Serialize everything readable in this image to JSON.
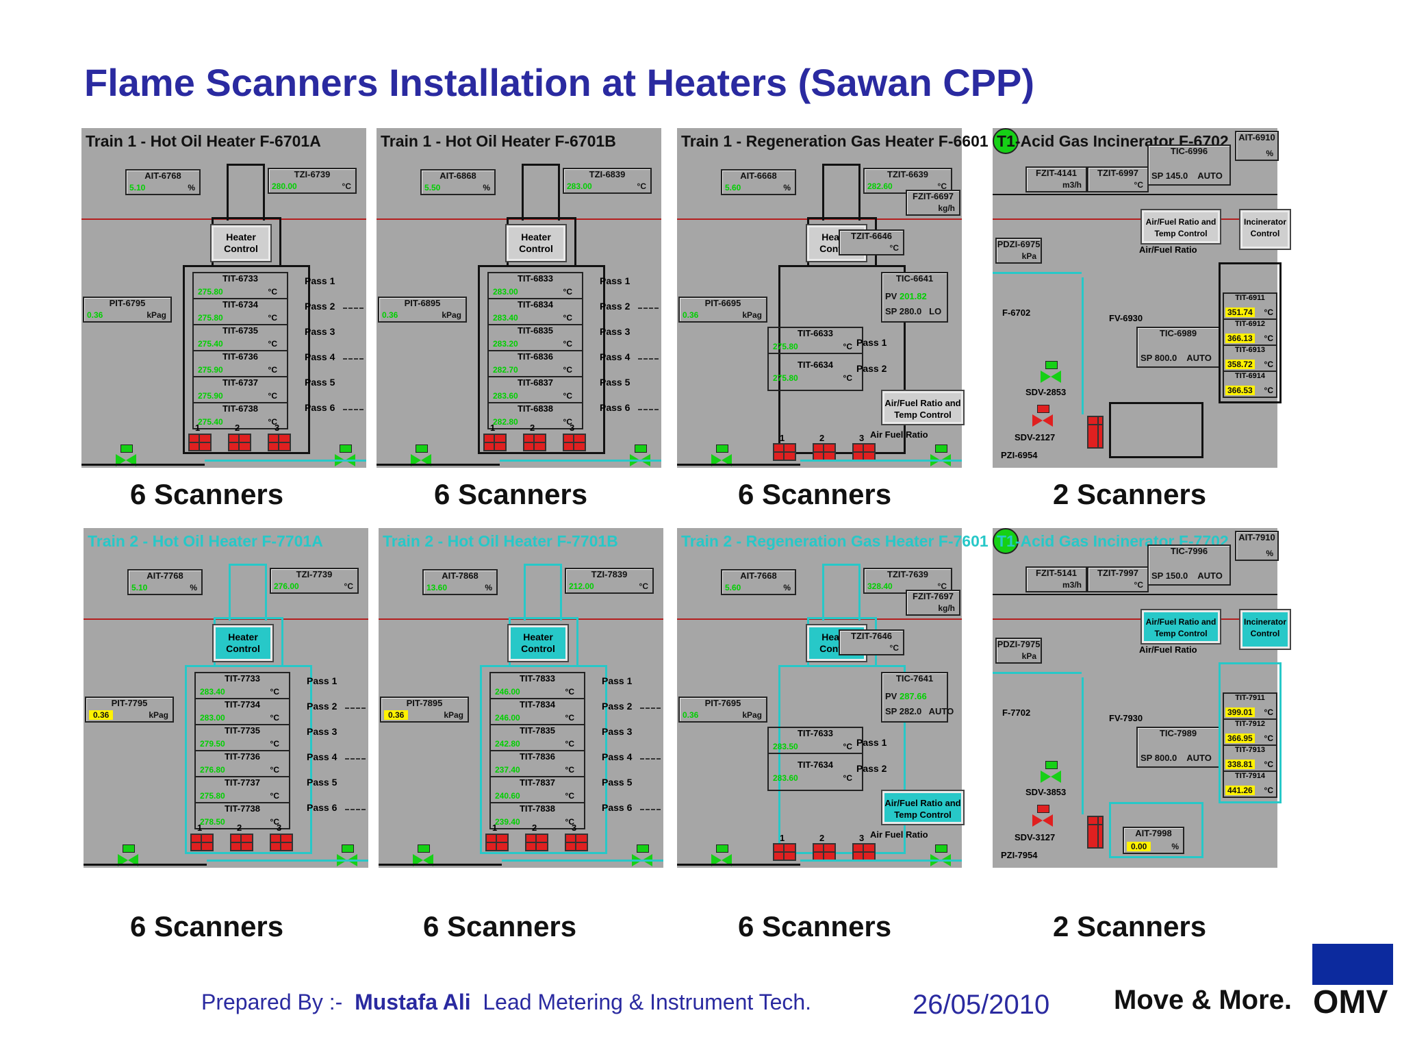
{
  "slide": {
    "title": "Flame Scanners Installation at Heaters (Sawan CPP)",
    "footer_prepared": "Prepared By :-",
    "footer_name": "Mustafa Ali",
    "footer_role": "Lead Metering & Instrument Tech.",
    "footer_date": "26/05/2010",
    "footer_slogan": "Move & More.",
    "footer_logo": "OMV"
  },
  "captions": [
    "6 Scanners",
    "6 Scanners",
    "6 Scanners",
    "2 Scanners",
    "6 Scanners",
    "6 Scanners",
    "6 Scanners",
    "2 Scanners"
  ],
  "panels": [
    {
      "title": "Train 1 - Hot Oil Heater F-6701A",
      "ait": "AIT-6768",
      "ait_val": "5.10",
      "tzi": "TZI-6739",
      "tzi_val": "280.00",
      "pit": "PIT-6795",
      "pit_val": "0.36",
      "heater": "Heater Control",
      "tits": [
        [
          "TIT-6733",
          "275.80"
        ],
        [
          "TIT-6734",
          "275.80"
        ],
        [
          "TIT-6735",
          "275.40"
        ],
        [
          "TIT-6736",
          "275.90"
        ],
        [
          "TIT-6737",
          "275.90"
        ],
        [
          "TIT-6738",
          "275.40"
        ]
      ],
      "passes": [
        "Pass 1",
        "Pass 2",
        "Pass 3",
        "Pass 4",
        "Pass 5",
        "Pass 6"
      ]
    },
    {
      "title": "Train 1 - Hot Oil Heater F-6701B",
      "ait": "AIT-6868",
      "ait_val": "5.50",
      "tzi": "TZI-6839",
      "tzi_val": "283.00",
      "pit": "PIT-6895",
      "pit_val": "0.36",
      "heater": "Heater Control",
      "tits": [
        [
          "TIT-6833",
          "283.00"
        ],
        [
          "TIT-6834",
          "283.40"
        ],
        [
          "TIT-6835",
          "283.20"
        ],
        [
          "TIT-6836",
          "282.70"
        ],
        [
          "TIT-6837",
          "283.60"
        ],
        [
          "TIT-6838",
          "282.80"
        ]
      ],
      "passes": [
        "Pass 1",
        "Pass 2",
        "Pass 3",
        "Pass 4",
        "Pass 5",
        "Pass 6"
      ]
    },
    {
      "title": "Train 1 - Regeneration Gas Heater F-6601",
      "ait": "AIT-6668",
      "ait_val": "5.60",
      "tzi": "TZIT-6639",
      "tzi_val": "282.60",
      "fzit": "FZIT-6697",
      "fzit_unit": "kg/h",
      "tzit2": "TZIT-6646",
      "tic": "TIC-6641",
      "pv": "201.82",
      "sp": "280.0",
      "mode": "LO",
      "pit": "PIT-6695",
      "pit_val": "0.36",
      "heater": "Heater Control",
      "tits": [
        [
          "TIT-6633",
          "275.80"
        ],
        [
          "TIT-6634",
          "275.80"
        ]
      ],
      "passes": [
        "Pass 1",
        "Pass 2"
      ],
      "afr": "Air/Fuel Ratio and Temp Control",
      "afr_label": "Air Fuel Ratio"
    },
    {
      "title": "T1-Acid Gas Incinerator F-6702",
      "ait": "AIT-6910",
      "tic": "TIC-6996",
      "sp": "145.0",
      "mode": "AUTO",
      "fzit": "FZIT-4141",
      "tzit": "TZIT-6997",
      "afr": "Air/Fuel Ratio and Temp Control",
      "afr_label": "Air/Fuel Ratio",
      "inc": "Incinerator Control",
      "pdzi": "PDZI-6975",
      "fv": "FV-6930",
      "tic2": "TIC-6989",
      "sp2": "800.0",
      "mode2": "AUTO",
      "sdv1": "SDV-2853",
      "sdv2": "SDV-2127",
      "pzi": "PZI-6954",
      "pump": "F-6702",
      "tits": [
        [
          "TIT-6911",
          "351.74"
        ],
        [
          "TIT-6912",
          "366.13"
        ],
        [
          "TIT-6913",
          "358.72"
        ],
        [
          "TIT-6914",
          "366.53"
        ]
      ]
    },
    {
      "title": "Train 2 - Hot Oil Heater F-7701A",
      "ait": "AIT-7768",
      "ait_val": "5.10",
      "tzi": "TZI-7739",
      "tzi_val": "276.00",
      "pit": "PIT-7795",
      "pit_val": "0.36",
      "heater": "Heater Control",
      "tits": [
        [
          "TIT-7733",
          "283.40"
        ],
        [
          "TIT-7734",
          "283.00"
        ],
        [
          "TIT-7735",
          "279.50"
        ],
        [
          "TIT-7736",
          "276.80"
        ],
        [
          "TIT-7737",
          "275.80"
        ],
        [
          "TIT-7738",
          "278.50"
        ]
      ],
      "passes": [
        "Pass 1",
        "Pass 2",
        "Pass 3",
        "Pass 4",
        "Pass 5",
        "Pass 6"
      ]
    },
    {
      "title": "Train 2 - Hot Oil Heater F-7701B",
      "ait": "AIT-7868",
      "ait_val": "13.60",
      "tzi": "TZI-7839",
      "tzi_val": "212.00",
      "pit": "PIT-7895",
      "pit_val": "0.36",
      "heater": "Heater Control",
      "tits": [
        [
          "TIT-7833",
          "246.00"
        ],
        [
          "TIT-7834",
          "246.00"
        ],
        [
          "TIT-7835",
          "242.80"
        ],
        [
          "TIT-7836",
          "237.40"
        ],
        [
          "TIT-7837",
          "240.60"
        ],
        [
          "TIT-7838",
          "239.40"
        ]
      ],
      "passes": [
        "Pass 1",
        "Pass 2",
        "Pass 3",
        "Pass 4",
        "Pass 5",
        "Pass 6"
      ]
    },
    {
      "title": "Train 2 - Regeneration Gas Heater F-7601",
      "ait": "AIT-7668",
      "ait_val": "5.60",
      "tzi": "TZIT-7639",
      "tzi_val": "328.40",
      "fzit": "FZIT-7697",
      "fzit_unit": "kg/h",
      "tzit2": "TZIT-7646",
      "tic": "TIC-7641",
      "pv": "287.66",
      "sp": "282.0",
      "mode": "AUTO",
      "pit": "PIT-7695",
      "pit_val": "0.36",
      "heater": "Heater Control",
      "tits": [
        [
          "TIT-7633",
          "283.50"
        ],
        [
          "TIT-7634",
          "283.60"
        ]
      ],
      "passes": [
        "Pass 1",
        "Pass 2"
      ],
      "afr": "Air/Fuel Ratio and Temp Control",
      "afr_label": "Air Fuel Ratio"
    },
    {
      "title": "T1-Acid Gas Incinerator F-7702",
      "ait": "AIT-7910",
      "tic": "TIC-7996",
      "sp": "150.0",
      "mode": "AUTO",
      "fzit": "FZIT-5141",
      "tzit": "TZIT-7997",
      "afr": "Air/Fuel Ratio and Temp Control",
      "afr_label": "Air/Fuel Ratio",
      "inc": "Incinerator Control",
      "pdzi": "PDZI-7975",
      "fv": "FV-7930",
      "tic2": "TIC-7989",
      "sp2": "800.0",
      "mode2": "AUTO",
      "sdv1": "SDV-3853",
      "sdv2": "SDV-3127",
      "pzi": "PZI-7954",
      "pump": "F-7702",
      "ait2": "AIT-7998",
      "ait2_val": "0.00",
      "tits": [
        [
          "TIT-7911",
          "399.01"
        ],
        [
          "TIT-7912",
          "366.95"
        ],
        [
          "TIT-7913",
          "338.81"
        ],
        [
          "TIT-7914",
          "441.26"
        ]
      ]
    }
  ],
  "units": {
    "pct": "%",
    "degc": "°C",
    "kpag": "kPag",
    "kpa": "kPa",
    "m3h": "m3/h"
  },
  "labels": {
    "pv": "PV",
    "sp": "SP",
    "scanner_nums": [
      "1",
      "2",
      "3"
    ]
  }
}
